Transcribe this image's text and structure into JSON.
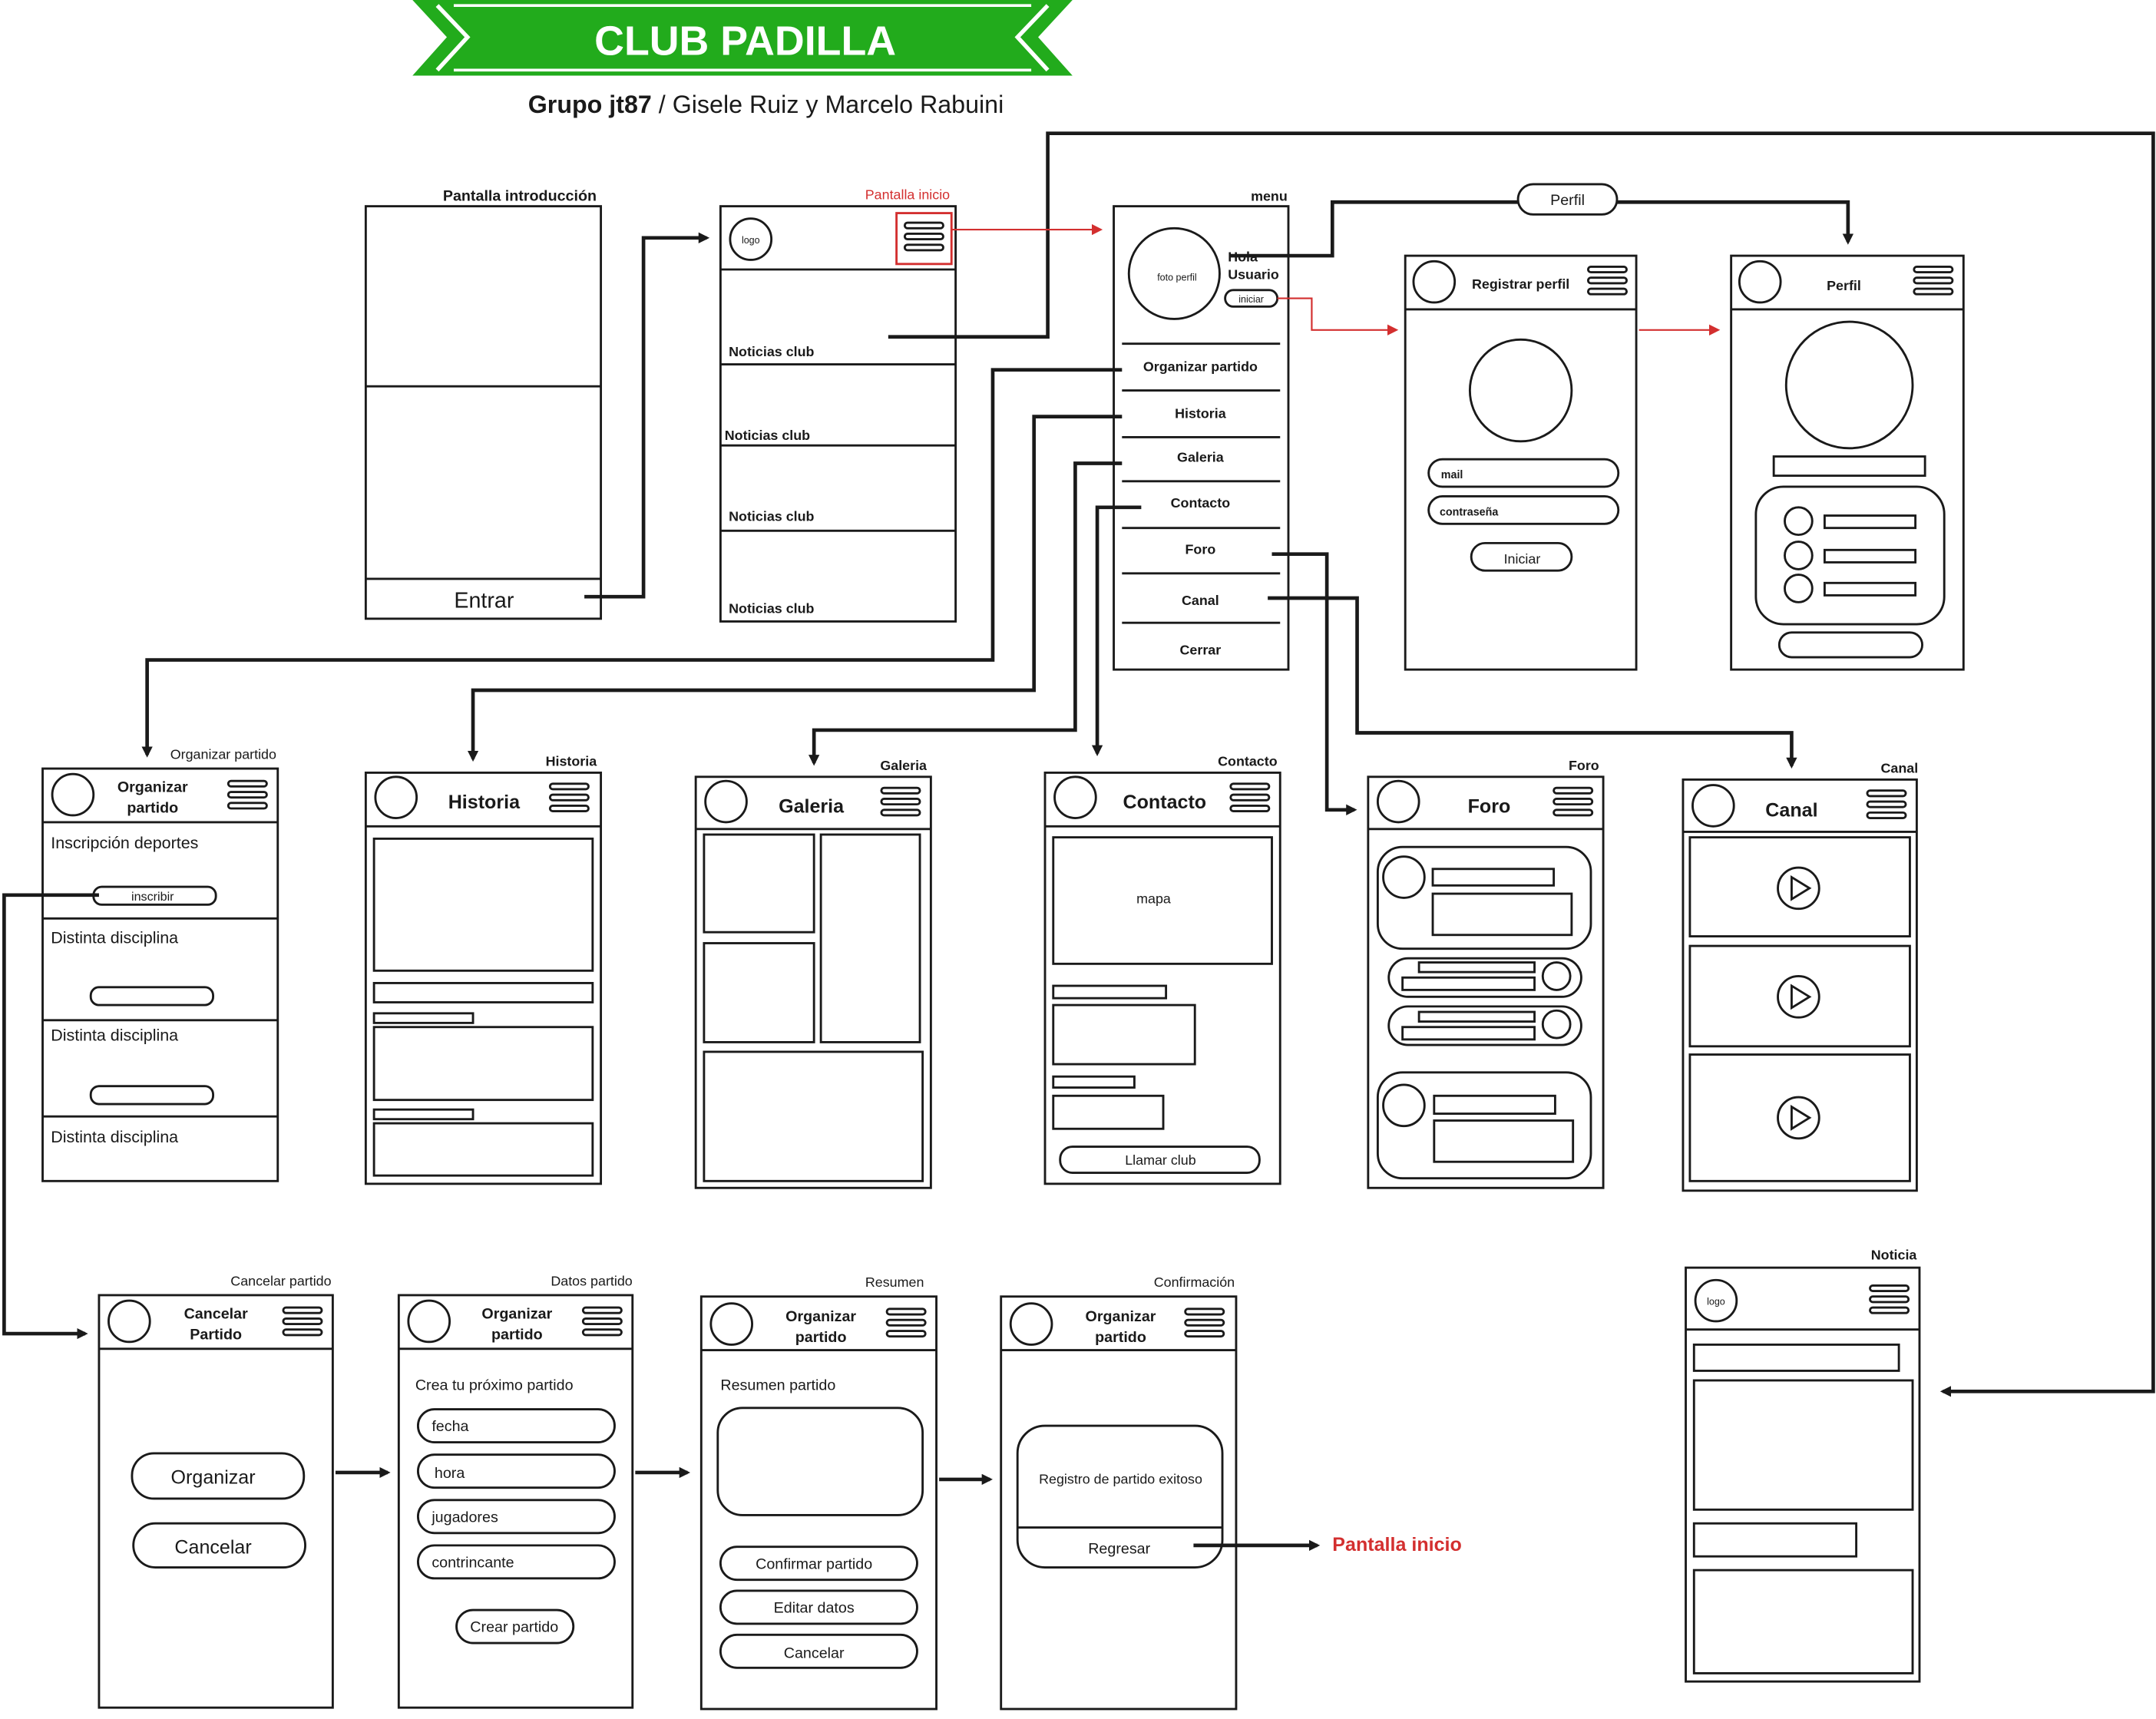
{
  "header": {
    "title": "CLUB PADILLA",
    "subtitle_bold": "Grupo jt87",
    "subtitle_rest": " / Gisele Ruiz y Marcelo Rabuini",
    "banner_color": "#22ab1c"
  },
  "colors": {
    "accent_red": "#d32f2f",
    "stroke": "#1a1a1a"
  },
  "screens": {
    "intro": {
      "title": "Pantalla introducción",
      "button": "Entrar"
    },
    "inicio": {
      "title": "Pantalla inicio",
      "logo": "logo",
      "news": [
        "Noticias club",
        "Noticias club",
        "Noticias club",
        "Noticias club"
      ]
    },
    "menu": {
      "title": "menu",
      "photo": "foto perfil",
      "greeting_1": "Hola",
      "greeting_2": "Usuario",
      "login": "iniciar",
      "items": [
        "Organizar partido",
        "Historia",
        "Galeria",
        "Contacto",
        "Foro",
        "Canal",
        "Cerrar"
      ]
    },
    "registrar": {
      "title": "Registrar perfil",
      "mail": "mail",
      "password": "contraseña",
      "button": "Iniciar"
    },
    "perfil": {
      "title": "Perfil",
      "pill": "Perfil"
    },
    "organizar": {
      "caption": "Organizar partido",
      "header_1": "Organizar",
      "header_2": "partido",
      "section_1": "Inscripción deportes",
      "enroll": "inscribir",
      "sections": [
        "Distinta disciplina",
        "Distinta disciplina",
        "Distinta disciplina"
      ]
    },
    "historia": {
      "caption": "Historia",
      "header": "Historia"
    },
    "galeria": {
      "caption": "Galeria",
      "header": "Galeria"
    },
    "contacto": {
      "caption": "Contacto",
      "header": "Contacto",
      "map": "mapa",
      "call": "Llamar club"
    },
    "foro": {
      "caption": "Foro",
      "header": "Foro"
    },
    "canal": {
      "caption": "Canal",
      "header": "Canal"
    },
    "noticia": {
      "caption": "Noticia",
      "logo": "logo"
    },
    "cancelar": {
      "caption": "Cancelar partido",
      "header_1": "Cancelar",
      "header_2": "Partido",
      "btn_1": "Organizar",
      "btn_2": "Cancelar"
    },
    "datos": {
      "caption": "Datos partido",
      "header_1": "Organizar",
      "header_2": "partido",
      "intro": "Crea tu próximo partido",
      "fields": [
        "fecha",
        "hora",
        "jugadores",
        "contrincante"
      ],
      "button": "Crear partido"
    },
    "resumen": {
      "caption": "Resumen",
      "header_1": "Organizar",
      "header_2": "partido",
      "intro": "Resumen partido",
      "buttons": [
        "Confirmar partido",
        "Editar datos",
        "Cancelar"
      ]
    },
    "confirmacion": {
      "caption": "Confirmación",
      "header_1": "Organizar",
      "header_2": "partido",
      "message": "Registro de partido exitoso",
      "button": "Regresar",
      "target": "Pantalla inicio"
    }
  }
}
